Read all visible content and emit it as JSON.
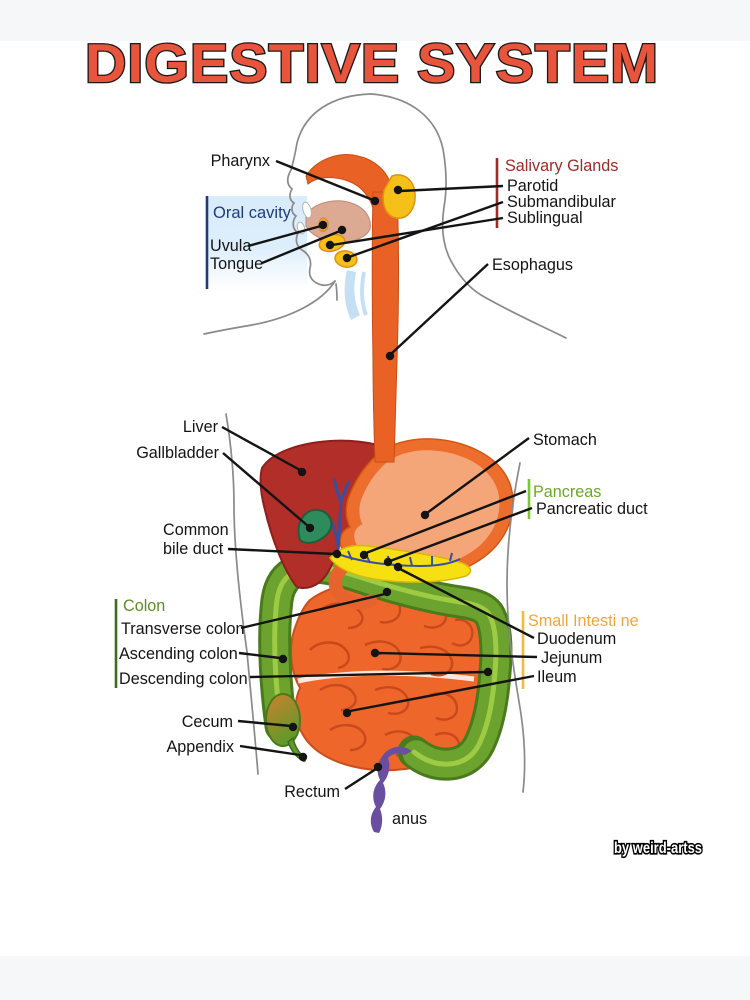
{
  "title": "DIGESTIVE SYSTEM",
  "watermark": "by weird-artss",
  "labels": {
    "pharynx": "Pharynx",
    "oral_cavity": "Oral cavity",
    "uvula": "Uvula",
    "tongue": "Tongue",
    "salivary_glands": "Salivary Glands",
    "parotid": "Parotid",
    "submandibular": "Submandibular",
    "sublingual": "Sublingual",
    "esophagus": "Esophagus",
    "liver": "Liver",
    "gallbladder": "Gallbladder",
    "stomach": "Stomach",
    "pancreas": "Pancreas",
    "pancreatic_duct": "Pancreatic duct",
    "common_bile_duct": {
      "line1": "Common",
      "line2": "bile duct"
    },
    "colon": "Colon",
    "transverse_colon": "Transverse colon",
    "ascending_colon": "Ascending colon",
    "descending_colon": "Descending colon",
    "small_intestine": "Small Intesti ne",
    "duodenum": "Duodenum",
    "jejunum": "Jejunum",
    "ileum": "Ileum",
    "cecum": "Cecum",
    "appendix": "Appendix",
    "rectum": "Rectum",
    "anus": "anus"
  },
  "colors": {
    "title": "#e8553c",
    "title_outline": "#1a1a1a",
    "label_text": "#141414",
    "salivary_group": "#9e2b25",
    "oral_cavity_group": "#1f3b7e",
    "pancreas_group": "#6ca829",
    "pancreas_bracket": "#7cc633",
    "colon_group": "#5e8c28",
    "colon_bracket": "#3f6b21",
    "small_intestine_group": "#f0a73a",
    "small_intestine_bracket": "#f5b93b",
    "esophagus_organ": "#e96124",
    "stomach_outer": "#ed6d2d",
    "stomach_inner": "#f4a678",
    "liver_organ": "#b22e28",
    "gallbladder_organ": "#2f8b5b",
    "bile_duct_blue": "#3b4da0",
    "pancreas_organ": "#f6e011",
    "small_intestine_organ": "#ee6629",
    "colon_organ": "#6ba32e",
    "body_outline": "#8a8a8a",
    "letterbox": "#f6f7f8"
  }
}
